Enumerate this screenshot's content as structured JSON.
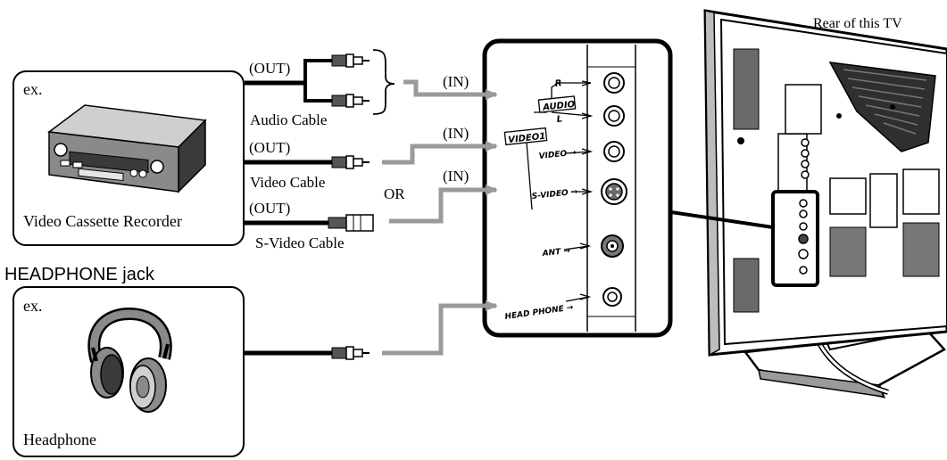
{
  "labels": {
    "rear_of_tv": "Rear of this TV",
    "headphone_jack_title": "HEADPHONE jack",
    "vcr_box_ex": "ex.",
    "vcr_caption": "Video Cassette Recorder",
    "headphone_box_ex": "ex.",
    "headphone_caption": "Headphone",
    "out_audio": "(OUT)",
    "out_video": "(OUT)",
    "out_svideo": "(OUT)",
    "audio_cable": "Audio Cable",
    "video_cable": "Video Cable",
    "svideo_cable": "S-Video Cable",
    "or": "OR",
    "in_audio": "(IN)",
    "in_video": "(IN)",
    "in_svideo": "(IN)"
  },
  "panel_labels": {
    "r": "R",
    "audio": "AUDIO",
    "l": "L",
    "video1": "VIDEO1",
    "video": "VIDEO",
    "svideo": "S-VIDEO",
    "ant": "ANT",
    "headphone": "HEAD PHONE"
  },
  "colors": {
    "line": "#000000",
    "arrow": "#9a9a9a",
    "device_dark": "#3a3a3a",
    "device_mid": "#8a8a8a",
    "device_light": "#cfcfcf",
    "box_border": "#000000"
  }
}
